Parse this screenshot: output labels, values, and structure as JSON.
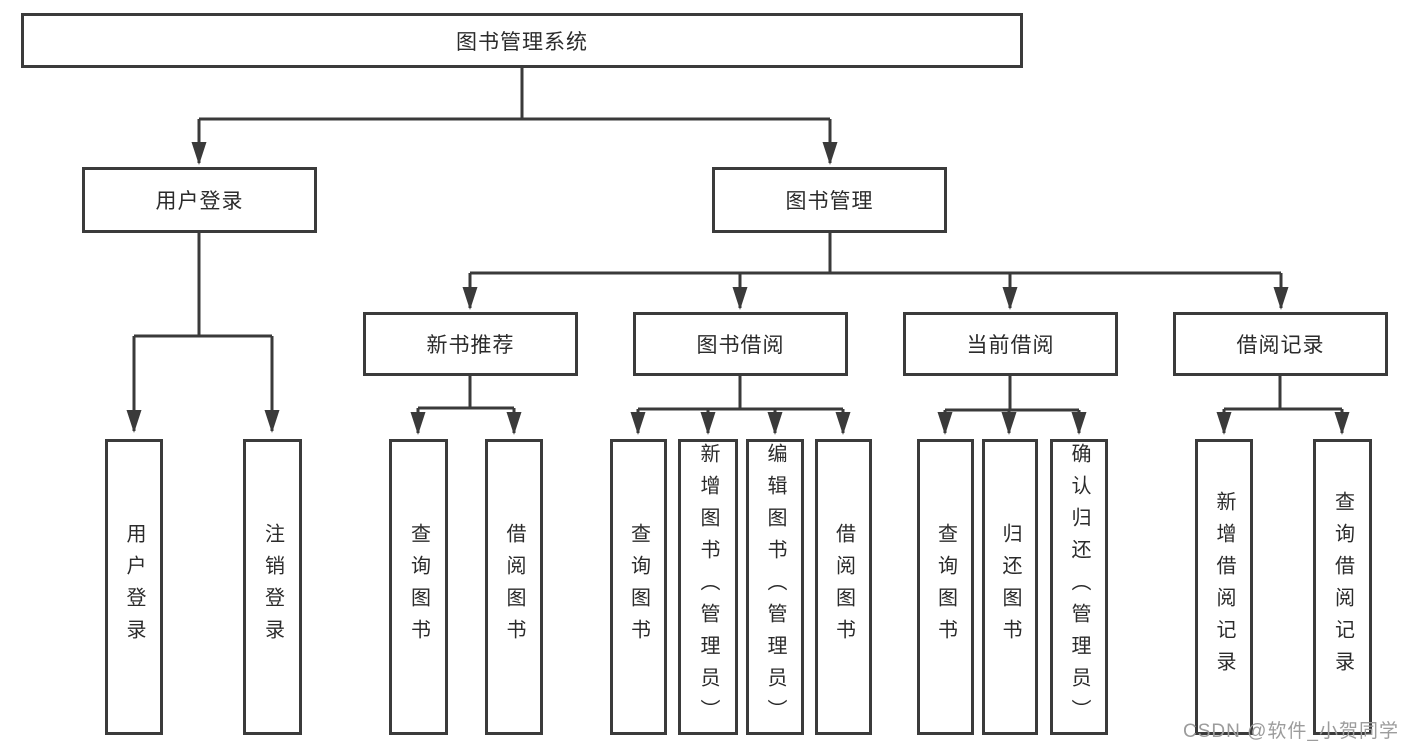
{
  "diagram": {
    "type": "hierarchy-tree",
    "colors": {
      "background": "#ffffff",
      "box_border": "#3b3b3b",
      "line": "#3a3a3a",
      "text": "#2b2b2b",
      "watermark": "#9c9c9c"
    },
    "watermark": "CSDN @软件_小贺同学",
    "nodes": {
      "root": {
        "label": "图书管理系统"
      },
      "user_login": {
        "label": "用户登录"
      },
      "book_mgmt": {
        "label": "图书管理"
      },
      "new_book_rec": {
        "label": "新书推荐"
      },
      "book_borrow": {
        "label": "图书借阅"
      },
      "current_borrow": {
        "label": "当前借阅"
      },
      "borrow_records": {
        "label": "借阅记录"
      },
      "leaf_user_login": {
        "label": "用户登录"
      },
      "leaf_logout": {
        "label": "注销登录"
      },
      "leaf_rec_query": {
        "label": "查询图书"
      },
      "leaf_rec_borrow": {
        "label": "借阅图书"
      },
      "leaf_bb_query": {
        "label": "查询图书"
      },
      "leaf_bb_add": {
        "label": "新增图书（管理员）"
      },
      "leaf_bb_edit": {
        "label": "编辑图书（管理员）"
      },
      "leaf_bb_borrow": {
        "label": "借阅图书"
      },
      "leaf_cb_query": {
        "label": "查询图书"
      },
      "leaf_cb_return": {
        "label": "归还图书"
      },
      "leaf_cb_confirm": {
        "label": "确认归还（管理员）"
      },
      "leaf_br_add": {
        "label": "新增借阅记录"
      },
      "leaf_br_query": {
        "label": "查询借阅记录"
      }
    },
    "hierarchy": {
      "root": [
        "user_login",
        "book_mgmt"
      ],
      "user_login": [
        "leaf_user_login",
        "leaf_logout"
      ],
      "book_mgmt": [
        "new_book_rec",
        "book_borrow",
        "current_borrow",
        "borrow_records"
      ],
      "new_book_rec": [
        "leaf_rec_query",
        "leaf_rec_borrow"
      ],
      "book_borrow": [
        "leaf_bb_query",
        "leaf_bb_add",
        "leaf_bb_edit",
        "leaf_bb_borrow"
      ],
      "current_borrow": [
        "leaf_cb_query",
        "leaf_cb_return",
        "leaf_cb_confirm"
      ],
      "borrow_records": [
        "leaf_br_add",
        "leaf_br_query"
      ]
    }
  }
}
